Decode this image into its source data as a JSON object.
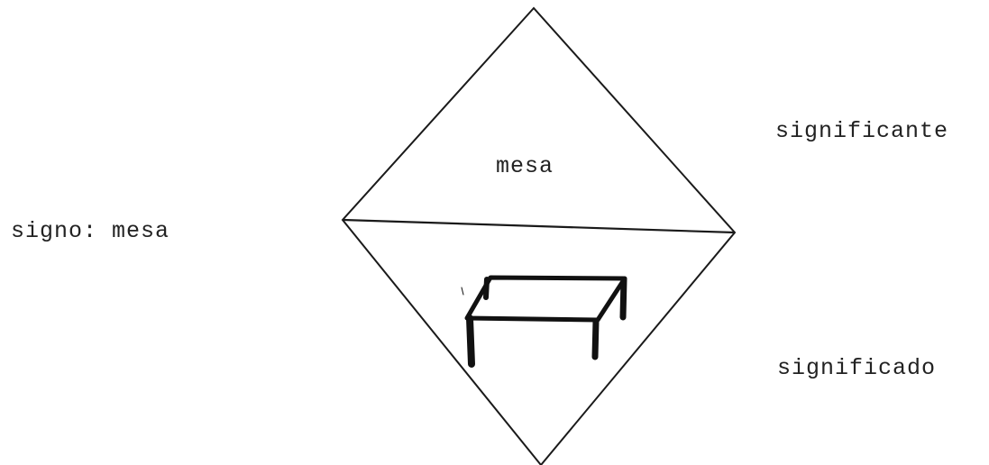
{
  "diagram": {
    "sign_label": "signo: mesa",
    "word_label": "mesa",
    "signifier_label": "significante",
    "signified_label": "significado",
    "illustration": "table-icon",
    "line_color": "#1a1a1a",
    "text_color": "#222222"
  }
}
